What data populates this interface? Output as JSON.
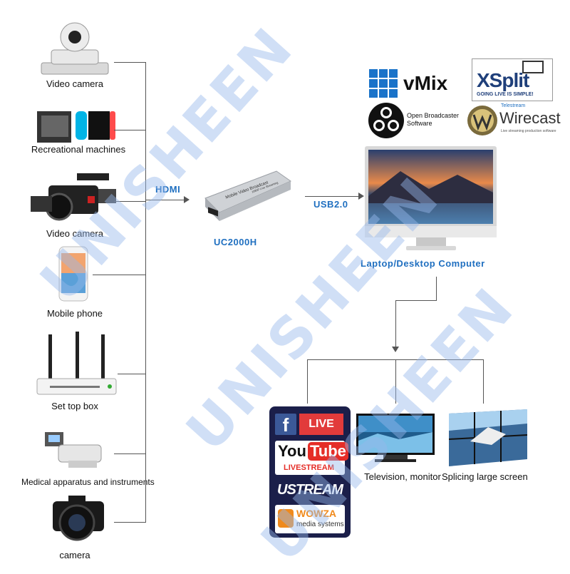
{
  "devices": [
    {
      "label": "Video camera",
      "icon": "ptz-camera-icon"
    },
    {
      "label": "Recreational machines",
      "icon": "game-console-icon"
    },
    {
      "label": "Video camera",
      "icon": "camcorder-icon"
    },
    {
      "label": "Mobile phone",
      "icon": "smartphone-icon"
    },
    {
      "label": "Set top box",
      "icon": "router-icon"
    },
    {
      "label": "Medical apparatus and instruments",
      "icon": "medical-device-icon"
    },
    {
      "label": "camera",
      "icon": "dslr-camera-icon"
    }
  ],
  "connection": {
    "input": "HDMI",
    "output": "USB2.0"
  },
  "capture_device": {
    "model": "UC2000H",
    "print": "Mobile Video Broadcast",
    "print2": "1080P Live Streaming"
  },
  "computer": {
    "label": "Laptop/Desktop Computer"
  },
  "software": {
    "vmix": "vMix",
    "xsplit": "XSplit",
    "xsplit_tagline": "GOING LIVE IS SIMPLE!",
    "obs_line1": "Open Broadcaster",
    "obs_line2": "Software",
    "wirecast_brand": "Telestream",
    "wirecast": "Wirecast",
    "wirecast_tagline": "Live streaming production software"
  },
  "outputs": {
    "facebook_f": "f",
    "facebook_live": "LIVE",
    "youtube_you": "You",
    "youtube_tube": "Tube",
    "youtube_live": "LIVESTREAM",
    "ustream": "USTREAM",
    "wowza": "WOWZA",
    "wowza_sub": "media systems",
    "tv_label": "Television, monitor",
    "splice_label": "Splicing large screen"
  },
  "watermark": "UNISHEEN",
  "colors": {
    "accent": "#1f6fc0",
    "panel": "#1b1f4a",
    "watermark": "#96b9eb"
  }
}
